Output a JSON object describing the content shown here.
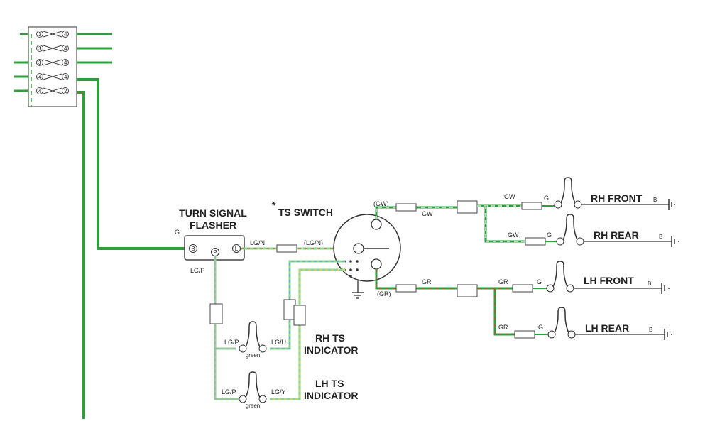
{
  "colors": {
    "green": "#2e9e3e",
    "brown": "#b5522e",
    "white": "#ffffff",
    "light_green": "#8fd18f",
    "purple": "#b8a0d0",
    "blue": "#5aa6d8",
    "yellow": "#e6d84a",
    "black": "#333333",
    "earth": "#555555"
  },
  "components": {
    "flasher": {
      "line1": "TURN SIGNAL",
      "line2": "FLASHER",
      "term_b": "B",
      "term_p": "P",
      "term_l": "L"
    },
    "switch": {
      "star": "*",
      "label": "TS SWITCH"
    },
    "fuse_box": {
      "terminals_left": [
        "3",
        "3",
        "3",
        "4",
        "4"
      ],
      "terminals_right": [
        "4",
        "4",
        "4",
        "4",
        "2"
      ]
    },
    "lamps": {
      "rh_front": "RH FRONT",
      "rh_rear": "RH REAR",
      "lh_front": "LH FRONT",
      "lh_rear": "LH REAR",
      "earth_label": "B"
    },
    "indicators": {
      "rh_line1": "RH TS",
      "rh_line2": "INDICATOR",
      "lh_line1": "LH TS",
      "lh_line2": "INDICATOR",
      "lamp_color": "green"
    }
  },
  "wire_labels": {
    "g_flasher": "G",
    "lgn_flasher": "LG/N",
    "lgn_switch": "(LG/N)",
    "lgp_flasher": "LG/P",
    "gw_switch": "(GW)",
    "gw": "GW",
    "gr_switch": "(GR)",
    "gr": "GR",
    "g": "G",
    "lgp_rh": "LG/P",
    "lgu_rh": "LG/U",
    "lgp_lh": "LG/P",
    "lgy_lh": "LG/Y"
  }
}
